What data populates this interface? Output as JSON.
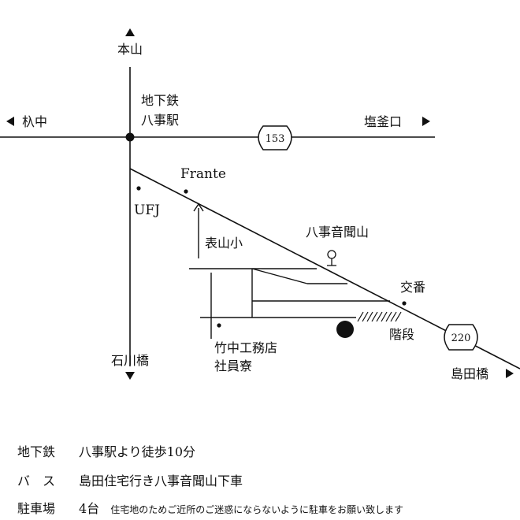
{
  "map": {
    "north": "本山",
    "south": "石川橋",
    "west": "杁中",
    "east": "塩釜口",
    "southeast": "島田橋",
    "station": [
      "地下鉄",
      "八事駅"
    ],
    "route_main": "153",
    "route_diag": "220",
    "places": {
      "frante": "Frante",
      "ufj": "UFJ",
      "school": "表山小",
      "shrine": "八事音聞山",
      "koban": "交番",
      "stairs": "階段",
      "dorm": [
        "竹中工務店",
        "社員寮"
      ]
    }
  },
  "access": [
    {
      "key": "地下鉄",
      "value": "八事駅より徒歩10分",
      "note": ""
    },
    {
      "key": "バ　ス",
      "value": "島田住宅行き八事音聞山下車",
      "note": ""
    },
    {
      "key": "駐車場",
      "value": "4台",
      "note": "住宅地のためご近所のご迷惑にならないように駐車をお願い致します"
    }
  ],
  "colors": {
    "ink": "#111111",
    "background": "#ffffff"
  }
}
